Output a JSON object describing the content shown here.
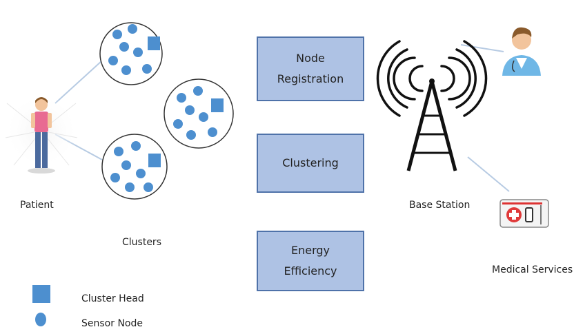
{
  "labels": {
    "patient": "Patient",
    "clusters": "Clusters",
    "base_station": "Base Station",
    "medical_services": "Medical Services"
  },
  "steps": [
    {
      "line1": "Node",
      "line2": "Registration"
    },
    {
      "line1": "Clustering",
      "line2": ""
    },
    {
      "line1": "Energy",
      "line2": "Efficiency"
    }
  ],
  "legend": {
    "cluster_head": "Cluster Head",
    "sensor_node": "Sensor Node"
  },
  "colors": {
    "node_blue": "#4d8fcf",
    "box_fill": "#aec2e4",
    "box_border": "#4f72a9"
  },
  "icons": [
    "patient-icon",
    "doctor-icon",
    "tower-icon",
    "ambulance-icon"
  ]
}
